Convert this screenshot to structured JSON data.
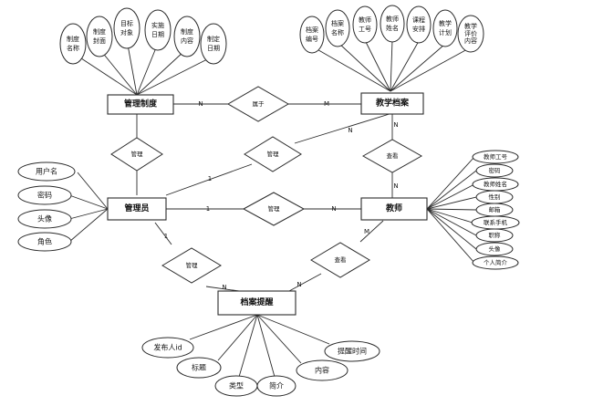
{
  "entities": {
    "mgmt_system": "管理制度",
    "archive": "教学档案",
    "admin": "管理员",
    "teacher": "教师",
    "reminder": "档案提醒"
  },
  "relations": {
    "belongs": "属于",
    "manage_system": "管理",
    "manage_archive": "管理",
    "manage_teacher": "管理",
    "view_archive": "查看",
    "manage_reminder": "管理",
    "view_reminder": "查看"
  },
  "cardinalities": {
    "belongs_system": "N",
    "belongs_archive": "M",
    "admin_archive_1": "1",
    "admin_archive_n": "N",
    "admin_teacher_1": "1",
    "admin_teacher_n": "N",
    "teacher_archive_1": "N",
    "teacher_archive_2": "N",
    "admin_reminder_1": "1",
    "admin_reminder_n": "N",
    "teacher_reminder_1": "M",
    "teacher_reminder_n": "N"
  },
  "attributes": {
    "mgmt_system": [
      [
        "制度",
        "名称"
      ],
      [
        "制度",
        "封面"
      ],
      [
        "目标",
        "对象"
      ],
      [
        "实施",
        "日期"
      ],
      [
        "制度",
        "内容"
      ],
      [
        "制定",
        "日期"
      ]
    ],
    "archive": [
      [
        "档案",
        "编号"
      ],
      [
        "档案",
        "名称"
      ],
      [
        "教师",
        "工号"
      ],
      [
        "教师",
        "姓名"
      ],
      [
        "课程",
        "安排"
      ],
      [
        "教学",
        "计划"
      ],
      [
        "教学",
        "评价",
        "内容"
      ]
    ],
    "admin": [
      "用户名",
      "密码",
      "头像",
      "角色"
    ],
    "teacher": [
      "教师工号",
      "密码",
      "教师姓名",
      "性别",
      "邮箱",
      "联系手机",
      "职称",
      "头像",
      "个人简介"
    ],
    "reminder": [
      "发布人id",
      "标题",
      "类型",
      "简介",
      "内容",
      "提醒时间"
    ]
  }
}
